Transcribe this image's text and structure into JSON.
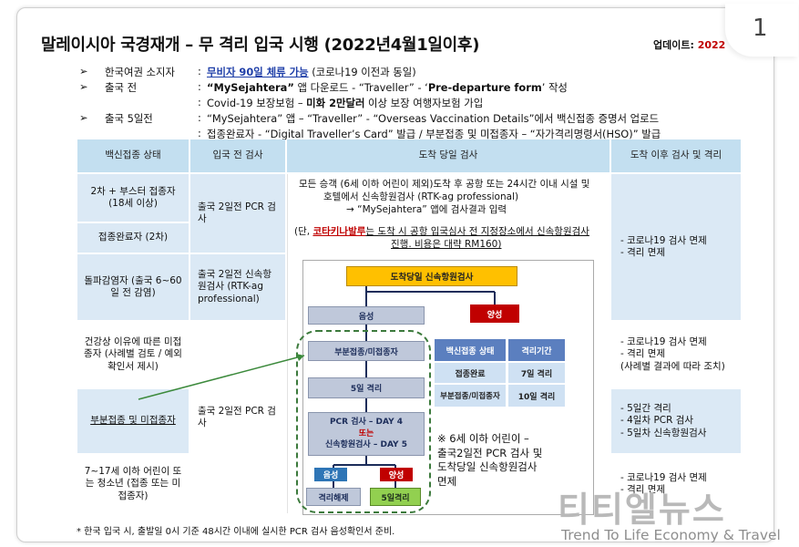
{
  "page_number": "1",
  "title": "말레이시아 국경재개 – 무 격리 입국 시행 (2022년4월1일이후)",
  "update_label": "업데이트: ",
  "update_date": "2022",
  "info": [
    {
      "label": "한국여권 소지자",
      "sep": ":",
      "parts": [
        "무비자 90일 체류 가능",
        " (코로나19 이전과 동일)"
      ]
    },
    {
      "label": "출국 전",
      "sep": ":",
      "parts": [
        "“MySejahtera”",
        " 앱 다운로드 - “Traveller” - ‘",
        "Pre-departure form",
        "’ 작성"
      ]
    },
    {
      "label": "",
      "sep": ":",
      "parts": [
        "Covid-19 보장보험 – ",
        "미화 2만달러",
        " 이상 보장 여행자보험 가입"
      ]
    },
    {
      "label": "출국 5일전",
      "sep": ":",
      "parts": [
        "“MySejahtera” 앱 – “Traveller” - “Overseas Vaccination Details”에서 백신접종 증명서 업로드"
      ]
    },
    {
      "label": "",
      "sep": ":",
      "parts": [
        "접종완료자 - “Digital Traveller’s Card” 발급 / 부분접종 및 미접종자 – “자가격리명령서(HSO)” 발급"
      ]
    }
  ],
  "table": {
    "headers": [
      "백신접종 상태",
      "입국 전 검사",
      "도착 당일 검사",
      "도착 이후 검사 및 격리"
    ],
    "col1": [
      "2차 + 부스터 접종자 (18세 이상)",
      "접종완료자 (2차)",
      "돌파감염자 (출국 6~60일 전 감염)",
      "건강상 이유에 따른 미접종자 (사례별 검토 / 예외확인서 제시)",
      "부분접종 및 미접종자",
      "7~17세 이하 어린이 또는 청소년 (접종 또는 미접종자)"
    ],
    "col2": [
      "출국 2일전 PCR 검사",
      "출국 2일전 신속항원검사 (RTK-ag professional)",
      "출국 2일전 PCR 검사"
    ],
    "arrival_lines": [
      "모든 승객 (6세 이하 어린이 제외)도착 후 공항 또는 24시간 이내 시설 및",
      "호텔에서 신속항원검사 (RTK-ag professional)",
      "→ “MySejahtera” 앱에 검사결과 입력"
    ],
    "arrival_note_prefix": "(단, ",
    "arrival_note_red": "코타키나발루",
    "arrival_note_mid": "는 도착 시 공항 입국심사 전 지정장소에서 신속항원검사",
    "arrival_note_line2": "진행. 비용은 대략 RM160)",
    "col4": [
      "- 코로나19 검사 면제\n- 격리 면제",
      "- 코로나19 검사 면제\n- 격리 면제\n  (사례별 결과에 따라 조치)",
      "- 5일간 격리\n- 4일차 PCR 검사\n- 5일차 신속항원검사",
      "- 코로나19 검사 면제\n- 격리 면제"
    ],
    "flow": {
      "top": "도착당일 신속항원검사",
      "negative": "음성",
      "positive": "양성",
      "partial": "부분접종/미접종자",
      "five_day": "5일 격리",
      "pcr_l1": "PCR 검사 – DAY 4",
      "pcr_or": "또는",
      "pcr_l3": "신속항원검사 – DAY 5",
      "neg2": "음성",
      "pos2": "양성",
      "release": "격리해제",
      "five_more": "5일격리",
      "mini_h1": "백신접종 상태",
      "mini_h2": "격리기간",
      "mini_r1a": "접종완료",
      "mini_r1b": "7일 격리",
      "mini_r2a": "부분접종/미접종자",
      "mini_r2b": "10일 격리",
      "child_note": "※ 6세 이하 어린이 –\n출국2일전 PCR 검사 및\n도착당일 신속항원검사\n면제"
    }
  },
  "footnote": "* 한국 입국 시, 출발일 0시 기준 48시간 이내에 실시한 PCR 검사 음성확인서 준비.",
  "watermark": "티티엘뉴스",
  "watermark_sub": "Trend To Life Economy & Travel",
  "colors": {
    "header_bg": "#c3dff0",
    "light_bg": "#dbe9f5",
    "flow_yellow": "#ffc000",
    "flow_red": "#c00000",
    "flow_green": "#92d050",
    "flow_blue": "#2e75b6"
  }
}
